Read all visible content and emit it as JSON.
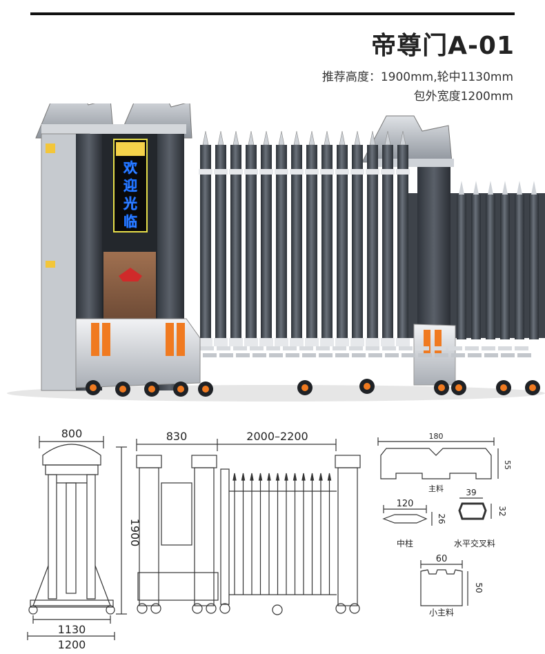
{
  "header": {
    "title": "帝尊门A-01",
    "spec_line1": "推荐高度：1900mm,轮中1130mm",
    "spec_line2": "包外宽度1200mm"
  },
  "photo": {
    "led_sign_text": [
      "欢",
      "迎",
      "光",
      "临"
    ],
    "led_sign_color": "#1a6fff",
    "gate_color": "#3a3f47",
    "reflector_color": "#f07a20"
  },
  "drawing_front": {
    "width_top": "800",
    "height": "1900",
    "wheel_center": "1130",
    "outer_width": "1200"
  },
  "drawing_side": {
    "head_width": "830",
    "track_width": "2000–2200"
  },
  "profiles": {
    "main_material": {
      "label": "主料",
      "width": "180",
      "height": "55"
    },
    "middle_post": {
      "label": "中柱",
      "width": "120",
      "height": "26"
    },
    "cross_bar": {
      "label": "水平交叉料",
      "width": "39",
      "height": "32"
    },
    "small_main": {
      "label": "小主料",
      "width": "60",
      "height": "50"
    }
  }
}
